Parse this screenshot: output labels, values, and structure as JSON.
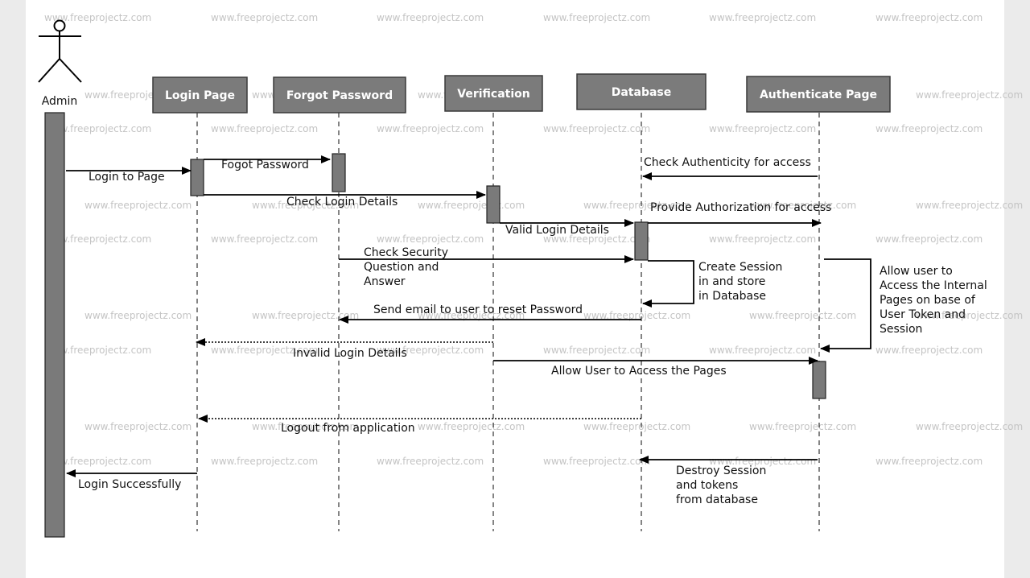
{
  "actor": {
    "name": "Admin"
  },
  "participants": [
    {
      "id": "login",
      "label": "Login Page"
    },
    {
      "id": "forgot",
      "label": "Forgot Password"
    },
    {
      "id": "verify",
      "label": "Verification"
    },
    {
      "id": "db",
      "label": "Database"
    },
    {
      "id": "auth",
      "label": "Authenticate Page"
    }
  ],
  "watermark": "www.freeprojectz.com",
  "messages": [
    {
      "from": "admin",
      "to": "login",
      "label": [
        "Login to Page"
      ]
    },
    {
      "from": "login",
      "to": "forgot",
      "label": [
        "Fogot Password"
      ]
    },
    {
      "from": "login",
      "to": "verify",
      "label": [
        "Check Login Details"
      ]
    },
    {
      "from": "auth",
      "to": "db",
      "label": [
        "Check Authenticity for access"
      ]
    },
    {
      "from": "db",
      "to": "auth",
      "label": [
        "Provide Authorization for access"
      ]
    },
    {
      "from": "verify",
      "to": "db",
      "label": [
        "Valid Login Details"
      ]
    },
    {
      "from": "forgot",
      "to": "db",
      "label": [
        "Check Security",
        "Question and",
        "Answer"
      ]
    },
    {
      "from": "db",
      "to": "db",
      "label": [
        "Create Session",
        "in and store",
        "in Database"
      ]
    },
    {
      "from": "auth",
      "to": "auth",
      "label": [
        "Allow user to",
        "Access the Internal",
        "Pages on base of",
        "User Token and",
        "Session"
      ]
    },
    {
      "from": "db",
      "to": "forgot",
      "label": [
        "Send email to user to reset Password"
      ]
    },
    {
      "from": "verify",
      "to": "login",
      "label": [
        "Invalid Login Details"
      ],
      "dashed": true
    },
    {
      "from": "verify",
      "to": "auth",
      "label": [
        "Allow User to Access the Pages"
      ]
    },
    {
      "from": "db",
      "to": "login",
      "label": [
        "Logout from application"
      ],
      "dashed": true
    },
    {
      "from": "auth",
      "to": "db",
      "label": [
        "Destroy Session",
        "and tokens",
        "from database"
      ]
    },
    {
      "from": "login",
      "to": "admin",
      "label": [
        "Login Successfully"
      ]
    }
  ]
}
